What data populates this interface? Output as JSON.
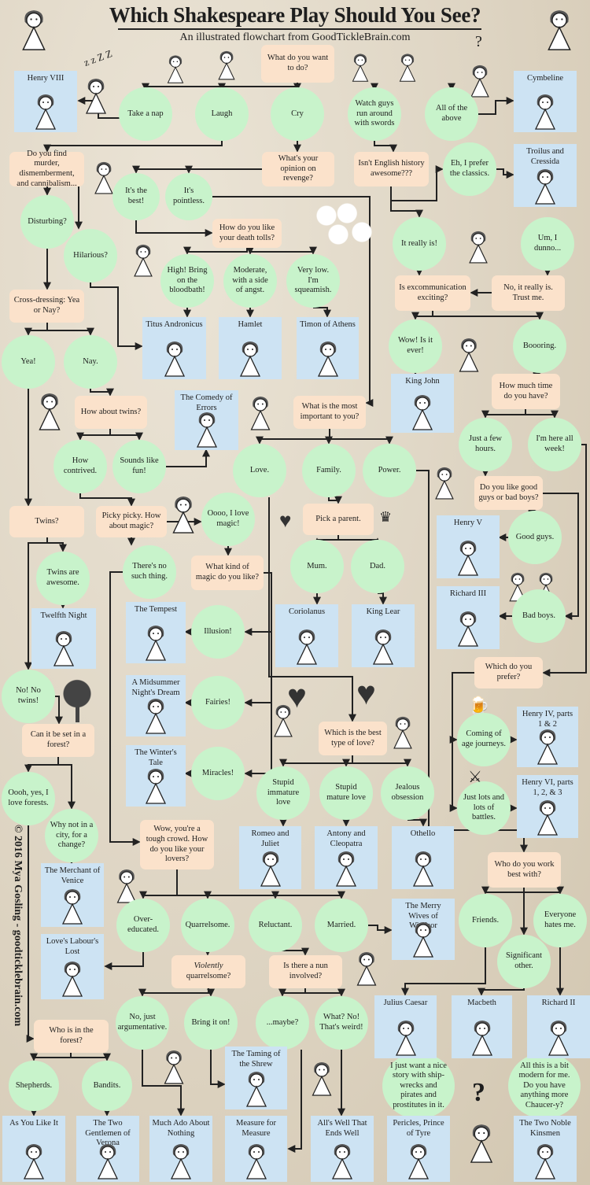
{
  "header": {
    "title": "Which Shakespeare Play Should You See?",
    "subtitle": "An illustrated flowchart from GoodTickleBrain.com"
  },
  "copyright": "© 2016 Mya Gosling - goodticklebrain.com",
  "decor": {
    "question_mark": "?",
    "snore": "z z Z Z"
  },
  "colors": {
    "question_box": "#fbe2cb",
    "answer_circle": "#c8f3cb",
    "play_box": "#cde3f3",
    "background": "#e0d7c6"
  },
  "questions": {
    "start": "What do you want to do?",
    "murder": "Do you find murder, dismemberment, and cannibalism...",
    "revenge": "What's your opinion on revenge?",
    "history": "Isn't English history awesome???",
    "death": "How do you like your death tolls?",
    "crossdress": "Cross-dressing: Yea or Nay?",
    "excomm": "Is excommunication exciting?",
    "trust": "No, it really is. Trust me.",
    "time": "How much time do you have?",
    "twins": "How about twins?",
    "important": "What is the most important to you?",
    "goodbad": "Do you like good guys or bad boys?",
    "twins2": "Twins?",
    "magic": "Picky picky. How about magic?",
    "parent": "Pick a parent.",
    "magickind": "What kind of magic do you like?",
    "prefer": "Which do you prefer?",
    "lovetype": "Which is the best type of love?",
    "forest": "Can it be set in a forest?",
    "lovers": "Wow, you're a tough crowd. How do you like your lovers?",
    "work": "Who do you work best with?",
    "violently_em": "Violently",
    "violently": "quarrelsome?",
    "nun": "Is there a nun involved?",
    "whoforest": "Who is in the forest?"
  },
  "answers": {
    "nap": "Take a nap",
    "laugh": "Laugh",
    "cry": "Cry",
    "swords": "Watch guys run around with swords",
    "all": "All of the above",
    "classics": "Eh, I prefer the classics.",
    "best": "It's the best!",
    "pointless": "It's pointless.",
    "disturbing": "Disturbing?",
    "hilarious": "Hilarious?",
    "reallyis": "It really is!",
    "dunno": "Um, I dunno...",
    "high": "High! Bring on the bloodbath!",
    "moderate": "Moderate, with a side of angst.",
    "low": "Very low. I'm squeamish.",
    "wow": "Wow! Is it ever!",
    "boring": "Boooring.",
    "yea": "Yea!",
    "nay": "Nay.",
    "fewhours": "Just a few hours.",
    "allweek": "I'm here all week!",
    "contrived": "How contrived.",
    "fun": "Sounds like fun!",
    "love": "Love.",
    "family": "Family.",
    "power": "Power.",
    "oooo": "Oooo, I love magic!",
    "goodguys": "Good guys.",
    "awesome": "Twins are awesome.",
    "nosuch": "There's no such thing.",
    "mum": "Mum.",
    "dad": "Dad.",
    "badboys": "Bad boys.",
    "illusion": "Illusion!",
    "notwins": "No! No twins!",
    "fairies": "Fairies!",
    "comingofage": "Coming of age journeys.",
    "miracles": "Miracles!",
    "immature": "Stupid immature love",
    "mature": "Stupid mature love",
    "jealous": "Jealous obsession",
    "battles": "Just lots and lots of battles.",
    "forests": "Oooh, yes, I love forests.",
    "city": "Why not in a city, for a change?",
    "overeducated": "Over-educated.",
    "quarrelsome": "Quarrelsome.",
    "reluctant": "Reluctant.",
    "married": "Married.",
    "friends": "Friends.",
    "hatesme": "Everyone hates me.",
    "significant": "Significant other.",
    "argumentative": "No, just argumentative.",
    "bringiton": "Bring it on!",
    "maybe": "...maybe?",
    "weird": "What? No! That's weird!",
    "shepherds": "Shepherds.",
    "bandits": "Bandits.",
    "shipwrecks": "I just want a nice story with ship-wrecks and pirates and prostitutes in it.",
    "chaucer": "All this is a bit modern for me. Do you have anything more Chaucer-y?"
  },
  "plays": {
    "henry8": "Henry VIII",
    "cymbeline": "Cymbeline",
    "troilus": "Troilus and Cressida",
    "titus": "Titus Andronicus",
    "hamlet": "Hamlet",
    "timon": "Timon of Athens",
    "kingjohn": "King John",
    "comedy": "The Comedy of Errors",
    "henry5": "Henry V",
    "richard3": "Richard III",
    "twelfth": "Twelfth Night",
    "tempest": "The Tempest",
    "coriolanus": "Coriolanus",
    "lear": "King Lear",
    "midsummer": "A Midsummer Night's Dream",
    "henry4": "Henry IV, parts 1 & 2",
    "winters": "The Winter's Tale",
    "henry6": "Henry VI, parts 1, 2, & 3",
    "romeo": "Romeo and Juliet",
    "antony": "Antony and Cleopatra",
    "othello": "Othello",
    "merchant": "The Merchant of Venice",
    "merrywives": "The Merry Wives of Windsor",
    "lll": "Love's Labour's Lost",
    "caesar": "Julius Caesar",
    "macbeth": "Macbeth",
    "richard2": "Richard II",
    "shrew": "The Taming of the Shrew",
    "asyou": "As You Like It",
    "twogents": "The Two Gentlemen of Verona",
    "muchado": "Much Ado About Nothing",
    "measure": "Measure for Measure",
    "allswell": "All's Well That Ends Well",
    "pericles": "Pericles, Prince of Tyre",
    "kinsmen": "The Two Noble Kinsmen"
  }
}
